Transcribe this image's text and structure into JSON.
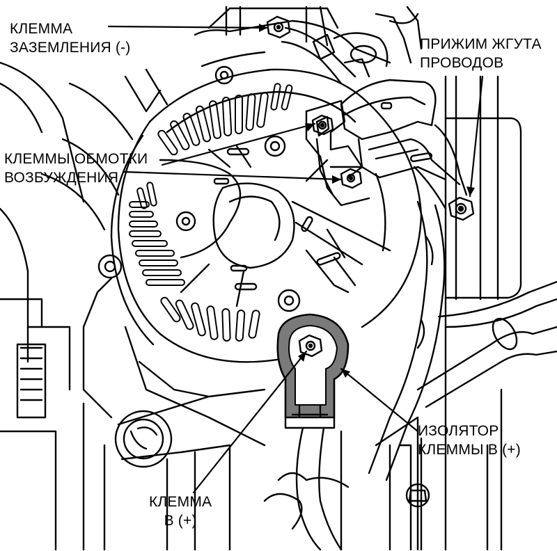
{
  "labels": {
    "ground_terminal": {
      "line1": "КЛЕММА",
      "line2": "ЗАЗЕМЛЕНИЯ (-)"
    },
    "harness_clamp": {
      "line1": "ПРИЖИМ ЖГУТА",
      "line2": "ПРОВОДОВ"
    },
    "field_terminals": {
      "line1": "КЛЕММЫ ОБМОТКИ",
      "line2": "ВОЗБУЖДЕНИЯ"
    },
    "insulator": {
      "line1": "ИЗОЛЯТОР",
      "line2": "КЛЕММЫ В (+)"
    },
    "b_plus_terminal": {
      "line1": "КЛЕММА",
      "line2": "В (+)"
    }
  },
  "colors": {
    "ink": "#000000",
    "paper": "#ffffff",
    "insulator_fill": "#7a7a7a"
  }
}
